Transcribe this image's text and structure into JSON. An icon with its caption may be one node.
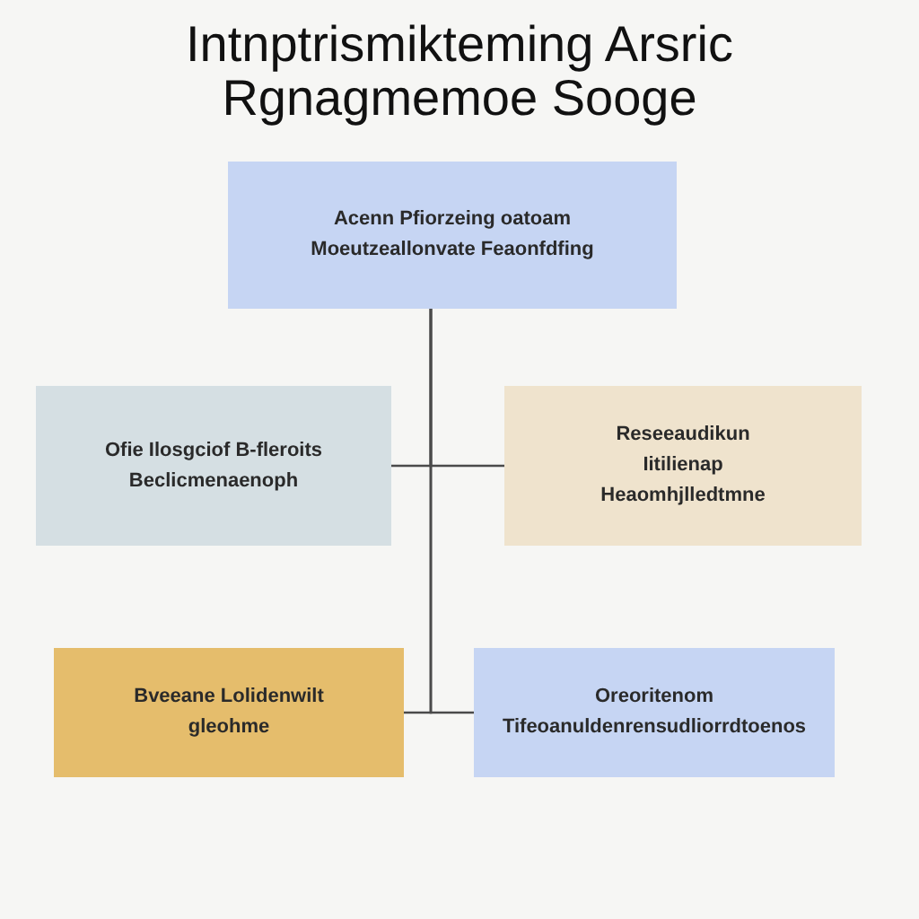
{
  "diagram": {
    "title": "Intnptrismikteming Arsric Rgnagmemoe Sooge",
    "nodes": [
      {
        "text": [
          "Acenn Pfiorzeing oatoam Moeutzeallonvate Feaonfdfing"
        ]
      },
      {
        "text": [
          "Ofie Ilosgciof B-fleroits Beclicmenaenoph"
        ]
      },
      {
        "text": [
          "Reseeaudikun Iitilienap Heaomhjlledtmne"
        ]
      },
      {
        "text": [
          "Bveeane Lolidenwilt gleohme"
        ]
      },
      {
        "text": [
          "Oreoritenom Tifeoanuldenrensudliorrdtoenos"
        ]
      }
    ],
    "edges": [
      {
        "from": 0,
        "to": 1,
        "arrow": "none"
      },
      {
        "from": 0,
        "to": 2,
        "arrow": "none"
      },
      {
        "from": 0,
        "to": 3,
        "arrow": "none"
      },
      {
        "from": 0,
        "to": 4,
        "arrow": "none"
      }
    ]
  }
}
